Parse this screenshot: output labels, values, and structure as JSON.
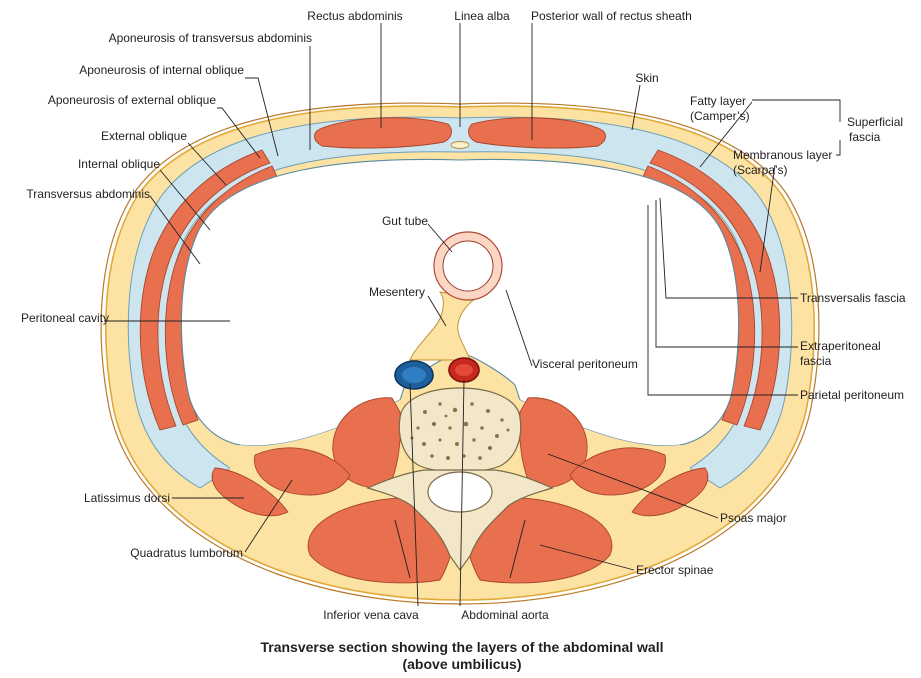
{
  "labels": {
    "rectus_abdominis": "Rectus abdominis",
    "linea_alba": "Linea alba",
    "posterior_wall_rectus_sheath": "Posterior wall of rectus sheath",
    "aponeurosis_transversus": "Aponeurosis of transversus abdominis",
    "aponeurosis_internal_oblique": "Aponeurosis of internal oblique",
    "aponeurosis_external_oblique": "Aponeurosis of external oblique",
    "external_oblique": "External oblique",
    "internal_oblique": "Internal oblique",
    "transversus_abdominis": "Transversus abdominis",
    "skin": "Skin",
    "fatty_layer_1": "Fatty layer",
    "fatty_layer_2": "(Camper’s)",
    "membranous_layer_1": "Membranous layer",
    "membranous_layer_2": "(Scarpa’s)",
    "superficial_fascia_1": "Superficial",
    "superficial_fascia_2": "fascia",
    "gut_tube": "Gut tube",
    "mesentery": "Mesentery",
    "peritoneal_cavity": "Peritoneal cavity",
    "visceral_peritoneum": "Visceral peritoneum",
    "transversalis_fascia": "Transversalis fascia",
    "extraperitoneal_fascia_1": "Extraperitoneal",
    "extraperitoneal_fascia_2": "fascia",
    "parietal_peritoneum": "Parietal peritoneum",
    "latissimus_dorsi": "Latissimus dorsi",
    "quadratus_lumborum": "Quadratus lumborum",
    "psoas_major": "Psoas major",
    "erector_spinae": "Erector spinae",
    "inferior_vena_cava": "Inferior vena cava",
    "abdominal_aorta": "Abdominal aorta"
  },
  "caption": {
    "line1": "Transverse section showing the layers of the abdominal wall",
    "line2": "(above umbilicus)"
  },
  "colors": {
    "fat": "#fce3a4",
    "fat_edge": "#e2a93a",
    "muscle": "#e8704f",
    "muscle_edge": "#a8452c",
    "fascia": "#cde5ef",
    "fascia_edge": "#6f9fb4",
    "bone": "#f2e8c9",
    "ivc": "#1d5f9c",
    "aorta": "#c8281e",
    "cavity": "#ffffff"
  }
}
